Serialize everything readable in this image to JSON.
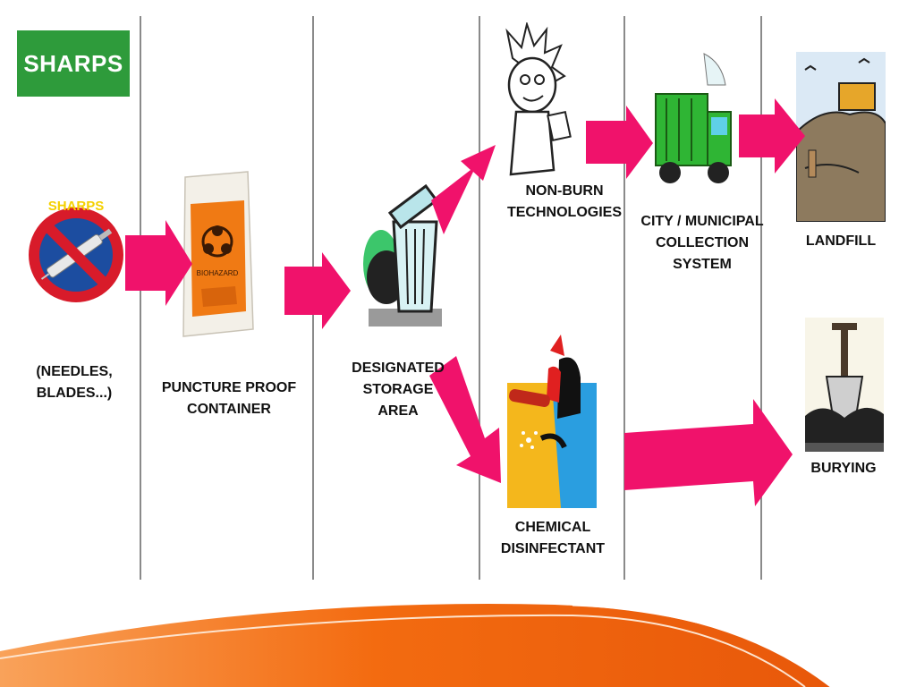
{
  "header": {
    "tag": "SHARPS"
  },
  "stages": {
    "sharps_icon_text": "SHARPS",
    "needles": "(NEEDLES,\nBLADES...)",
    "container": "PUNCTURE PROOF\nCONTAINER",
    "storage": "DESIGNATED\nSTORAGE\nAREA",
    "nonburn": "NON-BURN\nTECHNOLOGIES",
    "collection": "CITY /  MUNICIPAL\nCOLLECTION\nSYSTEM",
    "landfill": "LANDFILL",
    "chemical": "CHEMICAL\nDISINFECTANT",
    "burying": "BURYING",
    "container_bag_text": "BIOHAZARD"
  },
  "colors": {
    "arrow": "#f0126b",
    "tag_green": "#2e9b3b",
    "divider": "#8a8a8a",
    "footer_orange": "#f36b10"
  },
  "icons": [
    "no-sharps-icon",
    "biohazard-bag-icon",
    "trash-can-icon",
    "thinking-character-icon",
    "garbage-truck-icon",
    "landfill-bulldozer-icon",
    "chemical-splash-icon",
    "shovel-burying-icon"
  ]
}
